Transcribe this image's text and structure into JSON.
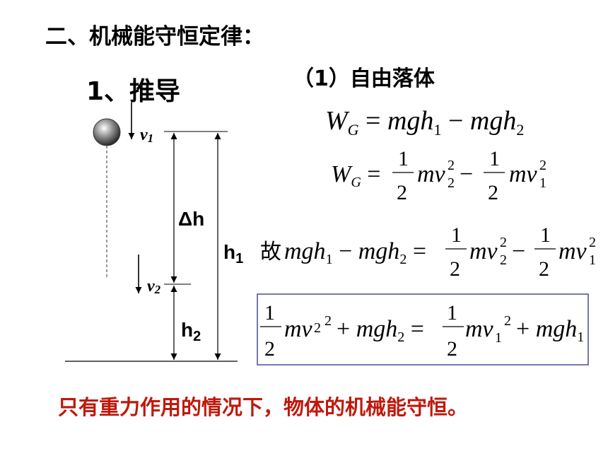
{
  "heading": "二、机械能守恒定律：",
  "derivation_title": "1、推导",
  "free_fall_title": "（1）自由落体",
  "diagram": {
    "v1": "v1",
    "v2": "v2",
    "delta_h": "Δh",
    "h1": "h1",
    "h2": "h2"
  },
  "equations": {
    "eq1": "W_G = mgh_1 − mgh_2",
    "eq2": "W_G = ½mv_2² − ½mv_1²",
    "eq3_prefix": "故",
    "eq3": "mgh_1 − mgh_2 = ½mv_2² − ½mv_1²",
    "eq4_boxed": "½mv_2² + mgh_2 = ½mv_1² + mgh_1"
  },
  "conclusion": "只有重力作用的情况下，物体的机械能守恒。",
  "colors": {
    "conclusion": "#c0180c",
    "box_border": "#4a4a9a"
  }
}
